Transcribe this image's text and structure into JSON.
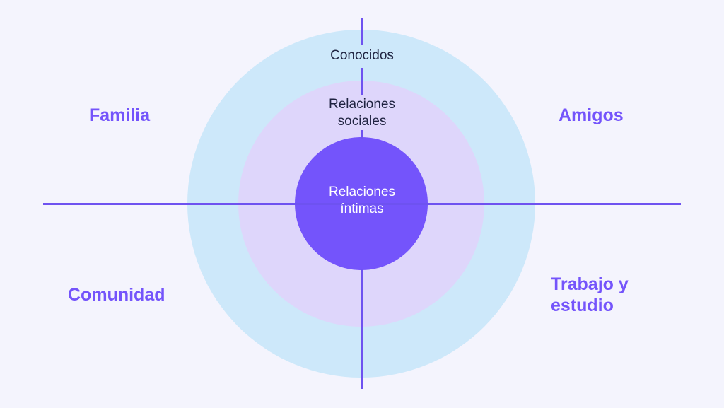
{
  "rings": {
    "outer": {
      "label": "Conocidos",
      "color": "#cde8fa"
    },
    "middle": {
      "label_line1": "Relaciones",
      "label_line2": "sociales",
      "color": "#ded6fb"
    },
    "inner": {
      "label_line1": "Relaciones",
      "label_line2": "íntimas",
      "color": "#7454fb"
    }
  },
  "quadrants": {
    "top_left": "Familia",
    "top_right": "Amigos",
    "bottom_left": "Comunidad",
    "bottom_right_line1": "Trabajo y",
    "bottom_right_line2": "estudio"
  },
  "colors": {
    "background": "#f4f4fd",
    "axis": "#6e52f0",
    "accent": "#7454fb",
    "text_dark": "#1f2340"
  }
}
